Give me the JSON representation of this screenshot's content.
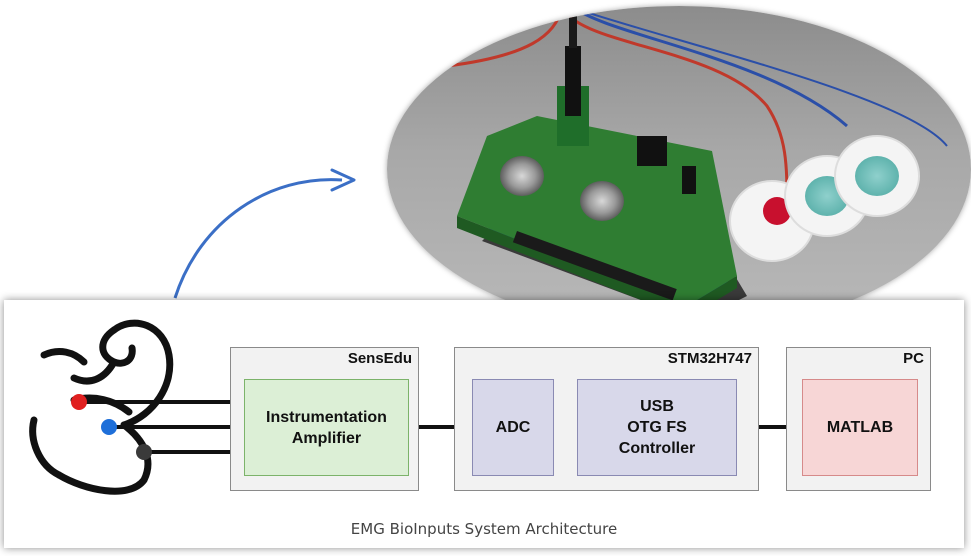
{
  "caption": "EMG BioInputs System Architecture",
  "colors": {
    "arrow": "#3b6fc6",
    "wire": "#111111",
    "group_fill": "#f2f2f2",
    "group_border": "#8a8a8a",
    "amplifier_fill": "#dcefd6",
    "amplifier_border": "#7cb36a",
    "adc_fill": "#d8d8ea",
    "adc_border": "#8a8ab3",
    "usb_fill": "#d8d8ea",
    "usb_border": "#8a8ab3",
    "matlab_fill": "#f7d6d6",
    "matlab_border": "#d68a8a",
    "electrode_red": "#e02020",
    "electrode_blue": "#1e6fd9",
    "electrode_black": "#3a3a3a"
  },
  "groups": {
    "sensedu": {
      "label": "SensEdu"
    },
    "stm32": {
      "label": "STM32H747"
    },
    "pc": {
      "label": "PC"
    }
  },
  "blocks": {
    "amplifier": {
      "label": "Instrumentation\nAmplifier"
    },
    "adc": {
      "label": "ADC"
    },
    "usb": {
      "label": "USB\nOTG FS\nController"
    },
    "matlab": {
      "label": "MATLAB"
    }
  },
  "icons": {
    "arm": "flexed-arm-icon",
    "photo": "hardware-photo"
  }
}
